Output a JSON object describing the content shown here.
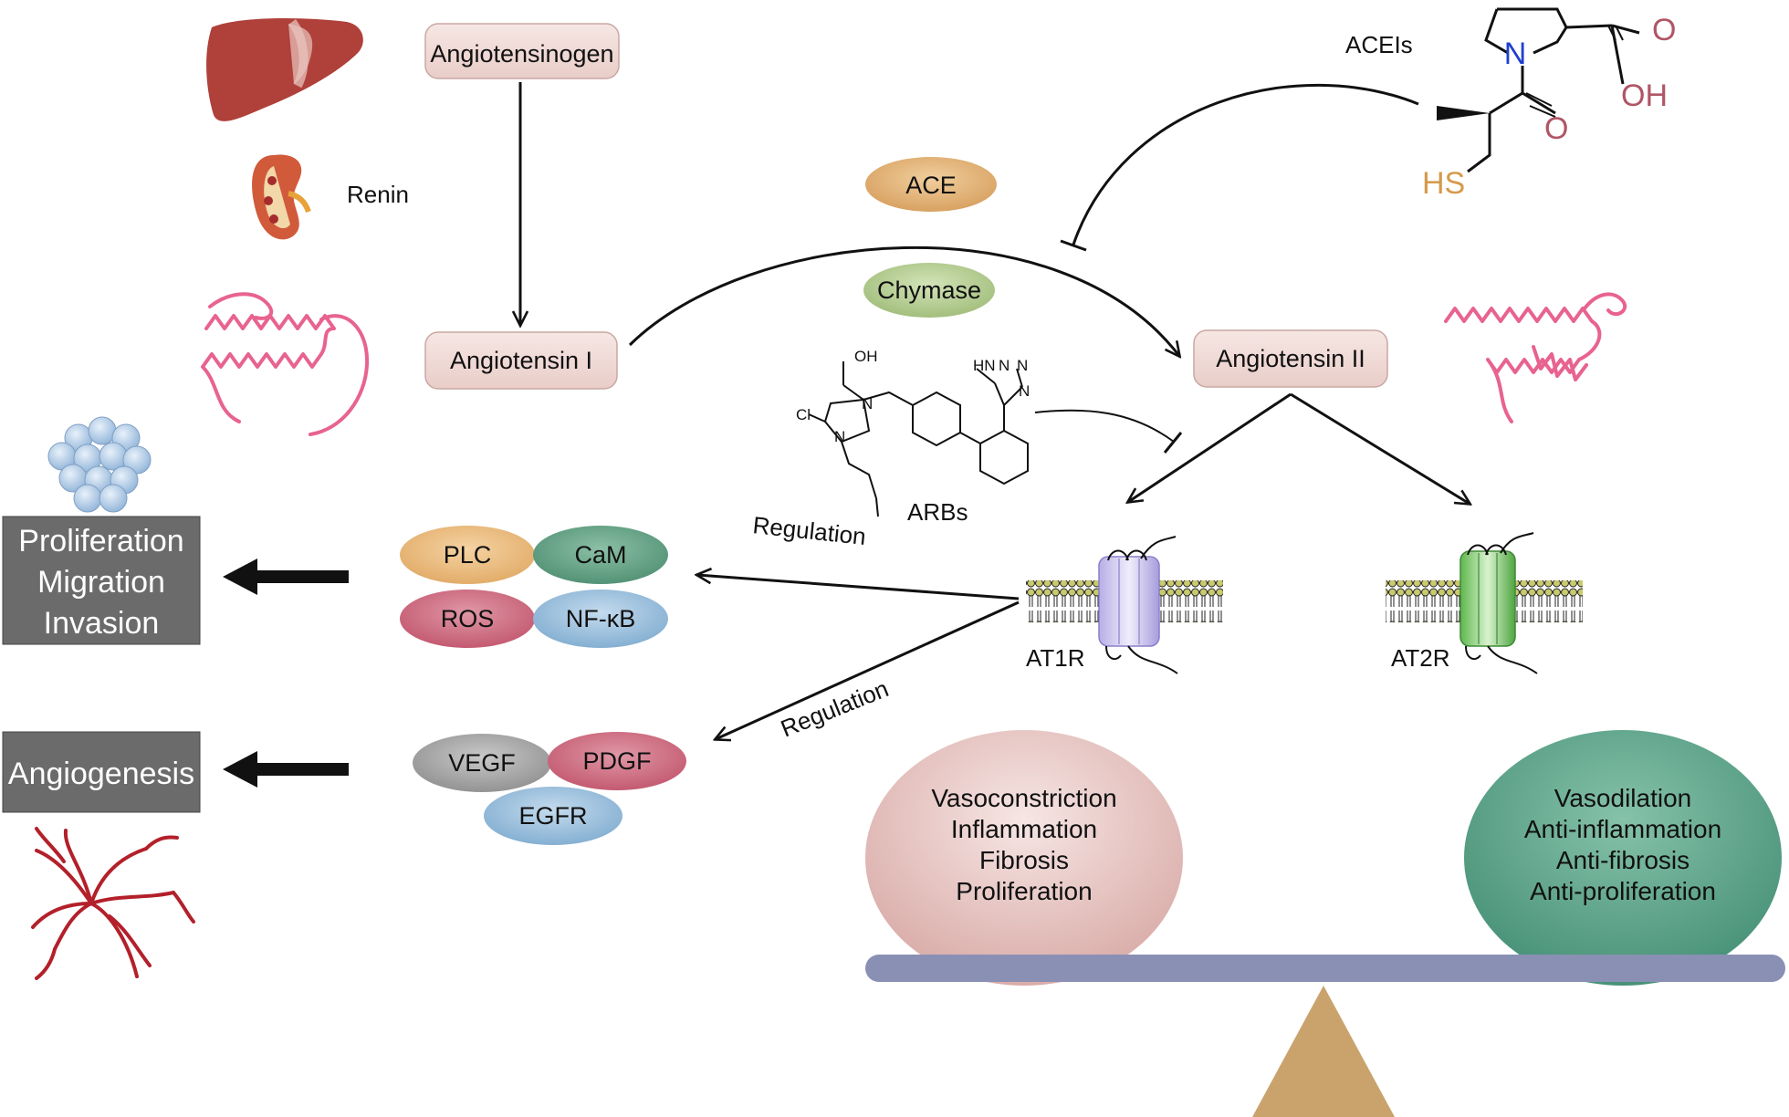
{
  "nodes": {
    "angiotensinogen": "Angiotensinogen",
    "angiotensin1": "Angiotensin I",
    "angiotensin2": "Angiotensin II",
    "renin": "Renin",
    "ace": "ACE",
    "chymase": "Chymase",
    "aceis": "ACEIs",
    "arbs": "ARBs"
  },
  "receptors": {
    "at1r": "AT1R",
    "at2r": "AT2R"
  },
  "signaling": {
    "plc": "PLC",
    "cam": "CaM",
    "ros": "ROS",
    "nfkb": "NF-κB",
    "vegf": "VEGF",
    "pdgf": "PDGF",
    "egfr": "EGFR"
  },
  "regulation_labels": [
    "Regulation",
    "Regulation"
  ],
  "outcomes": {
    "proliferation_box": [
      "Proliferation",
      "Migration",
      "Invasion"
    ],
    "angiogenesis_box": "Angiogenesis"
  },
  "effects": {
    "at1r_effects": [
      "Vasoconstriction",
      "Inflammation",
      "Fibrosis",
      "Proliferation"
    ],
    "at2r_effects": [
      "Vasodilation",
      "Anti-inflammation",
      "Anti-fibrosis",
      "Anti-proliferation"
    ]
  },
  "chemistry": {
    "captopril": {
      "atom_n": "N",
      "atom_o1": "O",
      "atom_oh": "OH",
      "atom_o2": "O",
      "atom_hs": "HS"
    },
    "losartan": {
      "atom_oh": "OH",
      "atom_cl": "Cl",
      "atom_n1": "N",
      "atom_n2": "N",
      "atom_hn": "HN",
      "atom_n3": "N",
      "atom_n4": "N",
      "atom_n5": "N"
    }
  },
  "icons": [
    "liver-icon",
    "kidney-icon",
    "protein-icon",
    "cell-cluster-icon",
    "blood-vessel-icon",
    "membrane-icon",
    "balance-scale-icon"
  ],
  "colors": {
    "node_fill": "#f1dcd8",
    "ace": "#d9a86c",
    "chymase": "#a5c07f",
    "plc": "#e7b679",
    "cam": "#5e9e82",
    "ros": "#c9667a",
    "nfkb": "#8fb6d6",
    "vegf": "#9c9c9c",
    "pdgf": "#c9667a",
    "egfr": "#8fb6d6",
    "at1r_ellipse": "#d6a9a5",
    "at2r_ellipse": "#4f9a82",
    "outcome_box": "#6b6b6b",
    "scale_beam": "#8a90b4",
    "scale_pivot": "#c9a36b",
    "protein": "#e8638f",
    "vessel": "#b3202a",
    "liver": "#b0403a",
    "atom_n": "#1f3fd0",
    "atom_o": "#b05565",
    "atom_s": "#d69a4a"
  }
}
